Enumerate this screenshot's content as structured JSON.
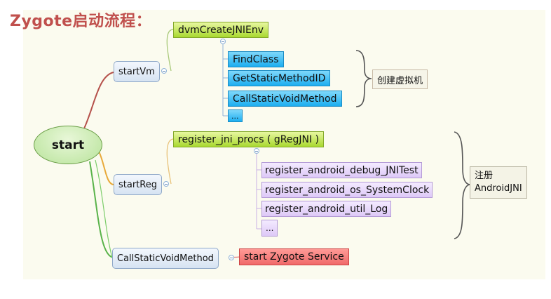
{
  "title": "Zygote启动流程：",
  "root": {
    "label": "start"
  },
  "branches": [
    {
      "label": "startVm",
      "child": "dvmCreateJNIEnv",
      "items": [
        "FindClass",
        "GetStaticMethodID",
        "CallStaticVoidMethod",
        "..."
      ],
      "note": "创建虚拟机"
    },
    {
      "label": "startReg",
      "child": "register_jni_procs ( gRegJNI )",
      "items": [
        "register_android_debug_JNITest",
        "register_android_os_SystemClock",
        "register_android_util_Log",
        "..."
      ],
      "note_line1": "注册",
      "note_line2": "AndroidJNI"
    },
    {
      "label": "CallStaticVoidMethod",
      "child": "start Zygote Service"
    }
  ],
  "colors": {
    "title": "#c0504d",
    "link_red": "#b5504a",
    "link_orange": "#e8a93a",
    "link_green": "#59b34a",
    "node_green": "#a9d930",
    "node_blue": "#1daef0",
    "node_purple": "#ddc8f7",
    "node_red": "#f06a6a"
  }
}
